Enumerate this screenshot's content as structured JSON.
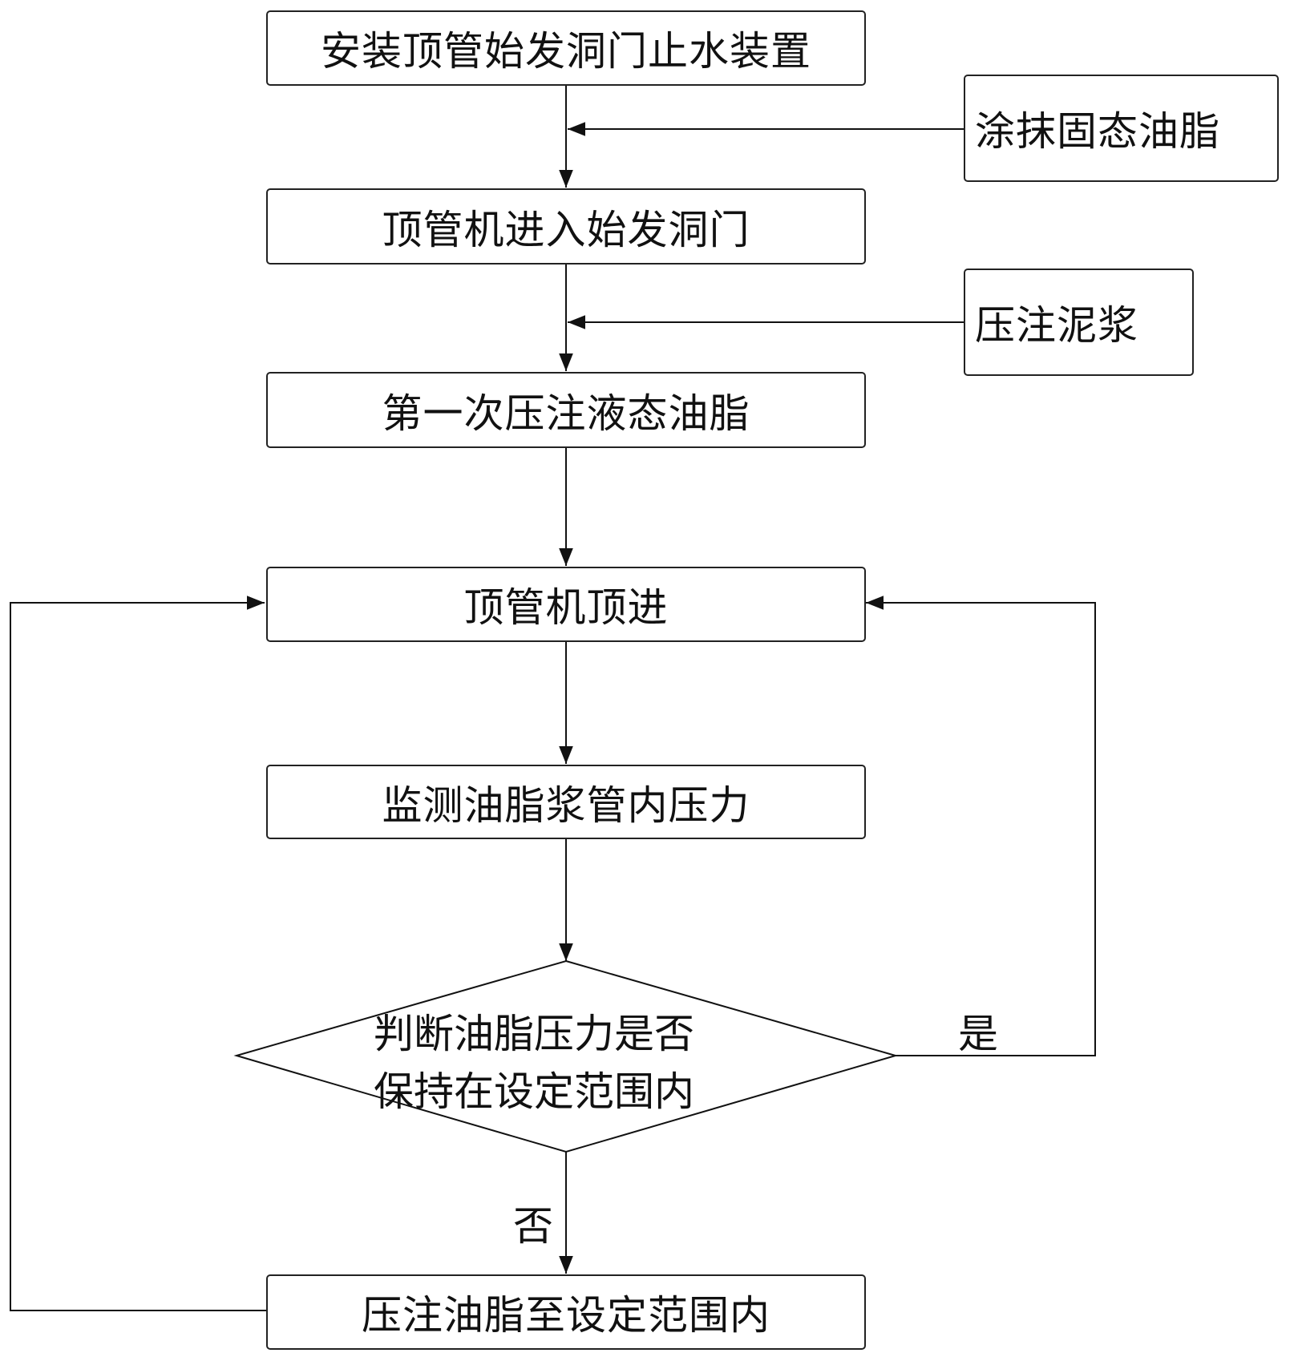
{
  "steps": {
    "install_seal": "安装顶管始发洞门止水装置",
    "machine_enter": "顶管机进入始发洞门",
    "first_grease": "第一次压注液态油脂",
    "jacking": "顶管机顶进",
    "monitor": "监测油脂浆管内压力",
    "inject_to_range": "压注油脂至设定范围内"
  },
  "side_inputs": {
    "solid_grease": "涂抹固态油脂",
    "mud": "压注泥浆"
  },
  "decision": {
    "line1": "判断油脂压力是否",
    "line2": "保持在设定范围内",
    "yes_label": "是",
    "no_label": "否"
  }
}
